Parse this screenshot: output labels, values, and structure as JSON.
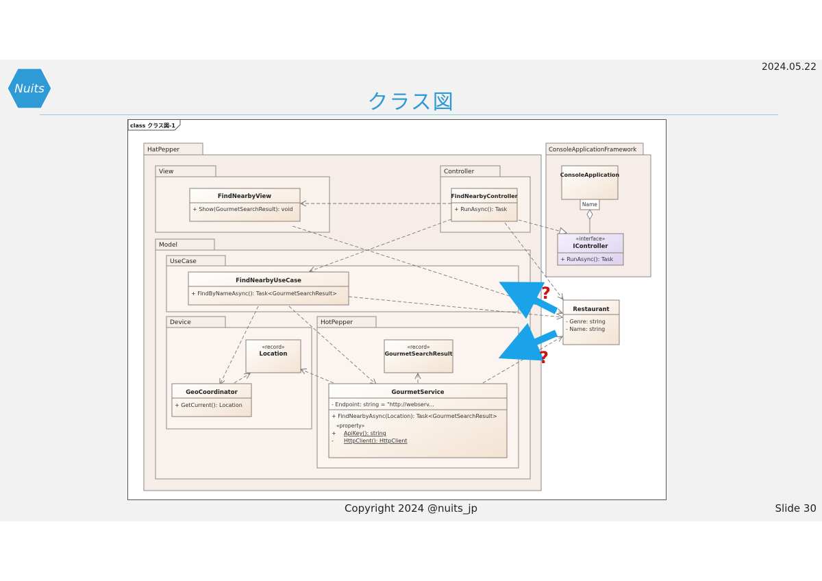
{
  "header": {
    "date": "2024.05.22",
    "title": "クラス図",
    "logo_text": "Nuits"
  },
  "footer": {
    "copyright": "Copyright 2024 @nuits_jp",
    "slide_number": "Slide 30"
  },
  "diagram": {
    "frame_label": "class クラス図-1",
    "packages": {
      "hatpepper": "HatPepper",
      "view": "View",
      "controller": "Controller",
      "model": "Model",
      "usecase": "UseCase",
      "device": "Device",
      "hotpepper": "HotPepper",
      "framework": "ConsoleApplicationFramework"
    },
    "classes": {
      "find_nearby_view": {
        "name": "FindNearbyView",
        "ops": [
          "+    Show(GourmetSearchResult): void"
        ]
      },
      "find_nearby_controller": {
        "name": "FindNearbyController",
        "ops": [
          "+    RunAsync(): Task"
        ]
      },
      "find_nearby_usecase": {
        "name": "FindNearbyUseCase",
        "ops": [
          "+    FindByNameAsync(): Task<GourmetSearchResult>"
        ]
      },
      "location": {
        "stereotype": "«record»",
        "name": "Location"
      },
      "geo_coordinator": {
        "name": "GeoCoordinator",
        "ops": [
          "+    GetCurrent(): Location"
        ]
      },
      "gourmet_search_result": {
        "stereotype": "«record»",
        "name": "GourmetSearchResult"
      },
      "gourmet_service": {
        "name": "GourmetService",
        "attrs": [
          "-    Endpoint: string = \"http://webserv..."
        ],
        "ops": [
          "+    FindNearbyAsync(Location): Task<GourmetSearchResult>"
        ],
        "property_stereotype": "«property»",
        "props": [
          {
            "vis": "+",
            "text": "ApiKey(): string"
          },
          {
            "vis": "-",
            "text": "HttpClient(): HttpClient"
          }
        ]
      },
      "console_application": {
        "name": "ConsoleApplication",
        "qualifier": "Name"
      },
      "icontroller": {
        "stereotype": "«interface»",
        "name": "IController",
        "ops": [
          "+    RunAsync(): Task"
        ]
      },
      "restaurant": {
        "name": "Restaurant",
        "attrs": [
          "-    Genre: string",
          "-    Name: string"
        ]
      }
    },
    "annotations": [
      "?",
      "?"
    ],
    "colors": {
      "package_fill": "#f7ede8",
      "class_fill": "#fbf2e8",
      "interface_fill": "#e9e2f5",
      "arrow_blue": "#1aa3e8",
      "question_red": "#cc1111"
    }
  }
}
